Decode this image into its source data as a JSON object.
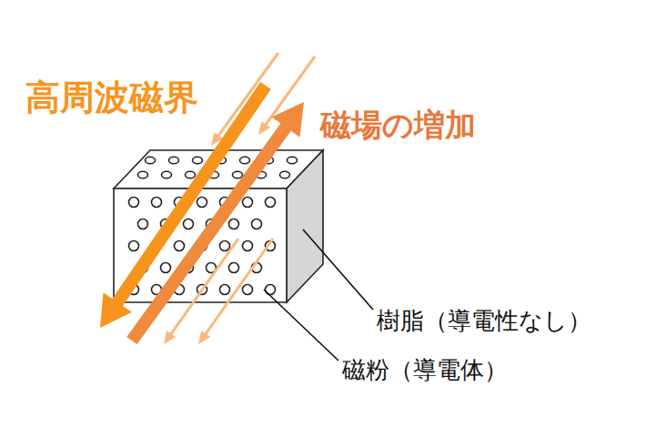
{
  "diagram": {
    "labels": [
      "高周波磁界",
      "磁場の増加",
      "樹脂（導電性なし）",
      "磁粉（導電体）"
    ]
  }
}
